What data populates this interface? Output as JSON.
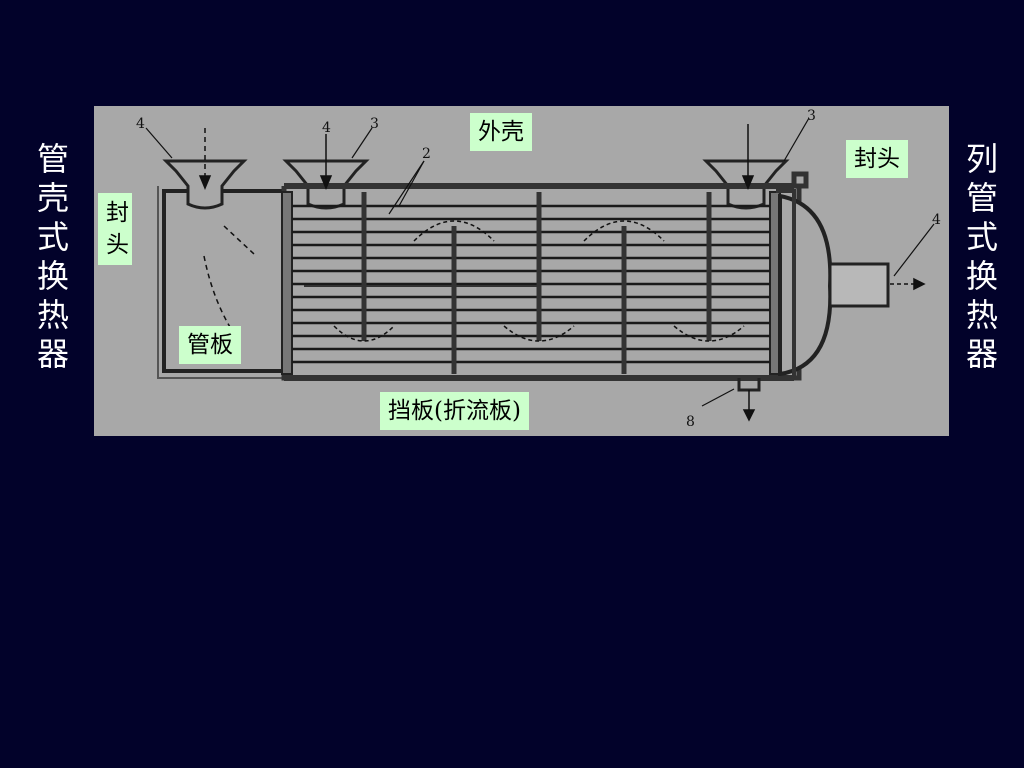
{
  "slide": {
    "title_left": "管壳式换热器",
    "title_right": "列管式换热器",
    "background": "#02022a",
    "label_color": "#ccffcc"
  },
  "diagram": {
    "labels": {
      "shell": "外壳",
      "head_right": "封头",
      "head_left": "封头",
      "tube_sheet": "管板",
      "baffle": "挡板(折流板)"
    },
    "callouts": {
      "n4_left": "4",
      "n4_mid": "4",
      "n3_mid": "3",
      "n2": "2",
      "n3_right": "3",
      "n4_right": "4",
      "n8": "8"
    }
  }
}
